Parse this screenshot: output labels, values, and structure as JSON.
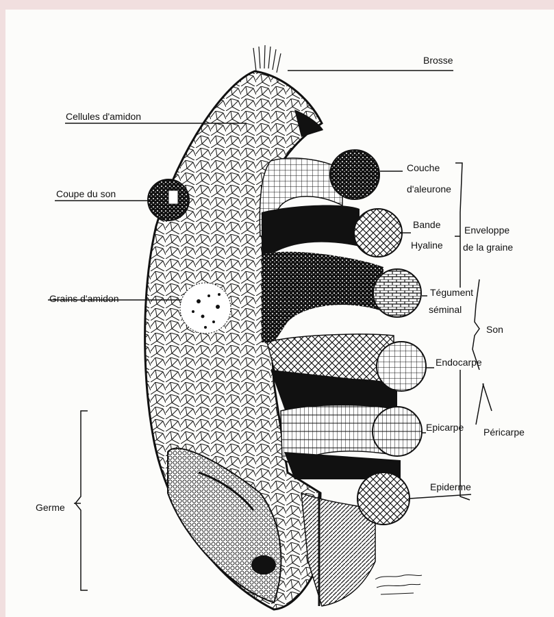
{
  "labels": {
    "brosse": "Brosse",
    "cellules_amidon": "Cellules d'amidon",
    "coupe_son": "Coupe du son",
    "grains_amidon": "Grains d'amidon",
    "germe": "Germe",
    "couche": "Couche",
    "aleurone": "d'aleurone",
    "bande": "Bande",
    "hyaline": "Hyaline",
    "enveloppe": "Enveloppe",
    "de_la_graine": "de la graine",
    "tegument": "Tégument",
    "seminal": "séminal",
    "son": "Son",
    "endocarpe": "Endocarpe",
    "epicarpe": "Epicarpe",
    "pericarpe": "Péricarpe",
    "epiderme": "Epiderme"
  },
  "colors": {
    "background": "#f1dfdf",
    "paper": "#fcfcfa",
    "ink": "#111111"
  }
}
